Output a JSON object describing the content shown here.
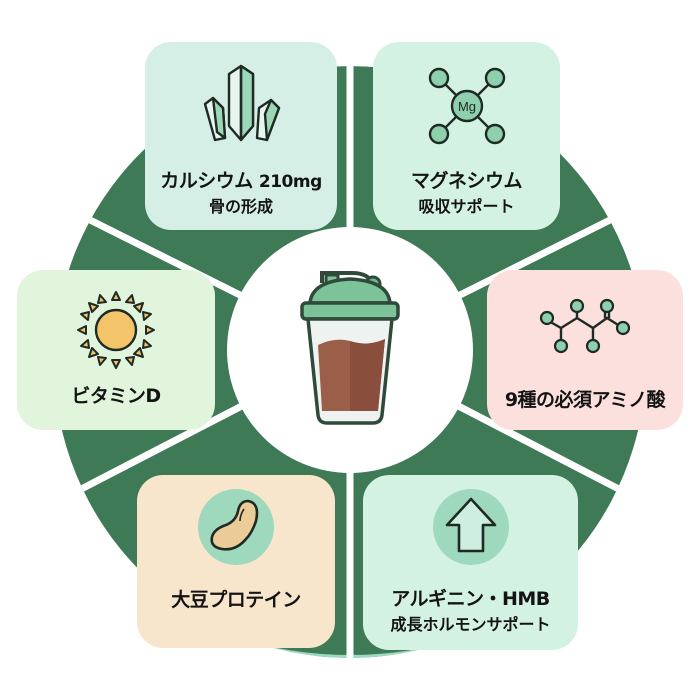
{
  "diagram": {
    "center": {
      "icon": "protein-shaker-icon",
      "colors": {
        "lid": "#7cc39a",
        "liquid": "#9b5e48",
        "outline": "#2f4a3a"
      }
    },
    "disc_colors": {
      "dark_green": "#3f7a56",
      "mint_ring": "#9dd9bf",
      "divider": "#ffffff"
    },
    "panels": [
      {
        "id": "calcium",
        "title": "カルシウム",
        "amount": "210mg",
        "subtitle": "骨の形成",
        "icon": "crystal-icon",
        "bg": "#d5efe6"
      },
      {
        "id": "magnesium",
        "title": "マグネシウム",
        "subtitle": "吸収サポート",
        "icon": "molecule-mg-icon",
        "icon_label": "Mg",
        "bg": "#d3f2e2"
      },
      {
        "id": "amino-acids",
        "title": "9種の必須アミノ酸",
        "icon": "amino-acid-structure-icon",
        "bg": "#fbe0dd"
      },
      {
        "id": "arginine-hmb",
        "title": "アルギニン・HMB",
        "subtitle": "成長ホルモンサポート",
        "icon": "arrow-up-icon",
        "bg": "#d3f2e2"
      },
      {
        "id": "soy-protein",
        "title": "大豆プロテイン",
        "icon": "soybean-icon",
        "bg": "#f8e6cc"
      },
      {
        "id": "vitamin-d",
        "title": "ビタミンD",
        "icon": "sun-icon",
        "bg": "#e0f5dc"
      }
    ]
  }
}
